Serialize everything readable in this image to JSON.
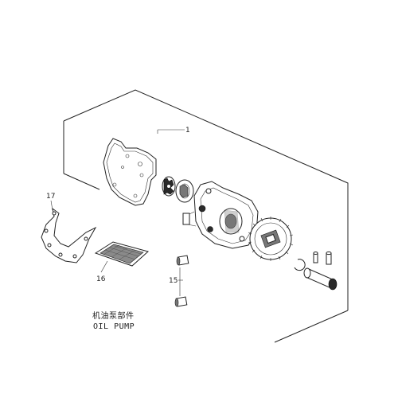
{
  "diagram": {
    "callouts": {
      "pump_assembly": "1",
      "seal_gasket": "17",
      "filter_screen": "16",
      "dowel_pins": "15"
    },
    "title": {
      "chinese": "机油泵部件",
      "english": "OIL PUMP"
    }
  }
}
